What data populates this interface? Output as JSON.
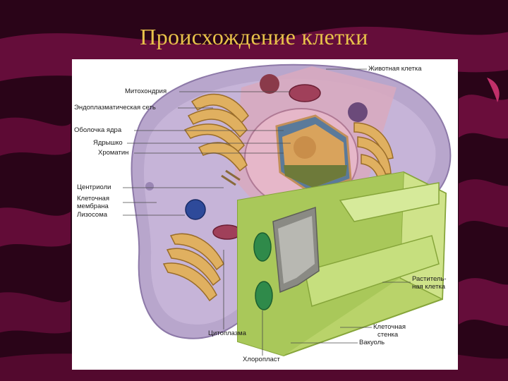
{
  "slide": {
    "title": "Происхождение клетки"
  },
  "diagram": {
    "labels": {
      "animal_cell": "Животная клетка",
      "mitochondria": "Митохондрия",
      "er": "Эндоплазматическая сеть",
      "nuclear_envelope": "Оболочка ядра",
      "nucleolus": "Ядрышко",
      "chromatin": "Хроматин",
      "centrioles": "Центриоли",
      "cell_membrane_1": "Клеточная",
      "cell_membrane_2": "мембрана",
      "lysosome": "Лизосома",
      "plant_cell_1": "Раститель-",
      "plant_cell_2": "ная клетка",
      "cytoplasm": "Цитоплазма",
      "cell_wall_1": "Клеточная",
      "cell_wall_2": "стенка",
      "vacuole": "Вакуоль",
      "chloroplast": "Хлоропласт"
    }
  }
}
